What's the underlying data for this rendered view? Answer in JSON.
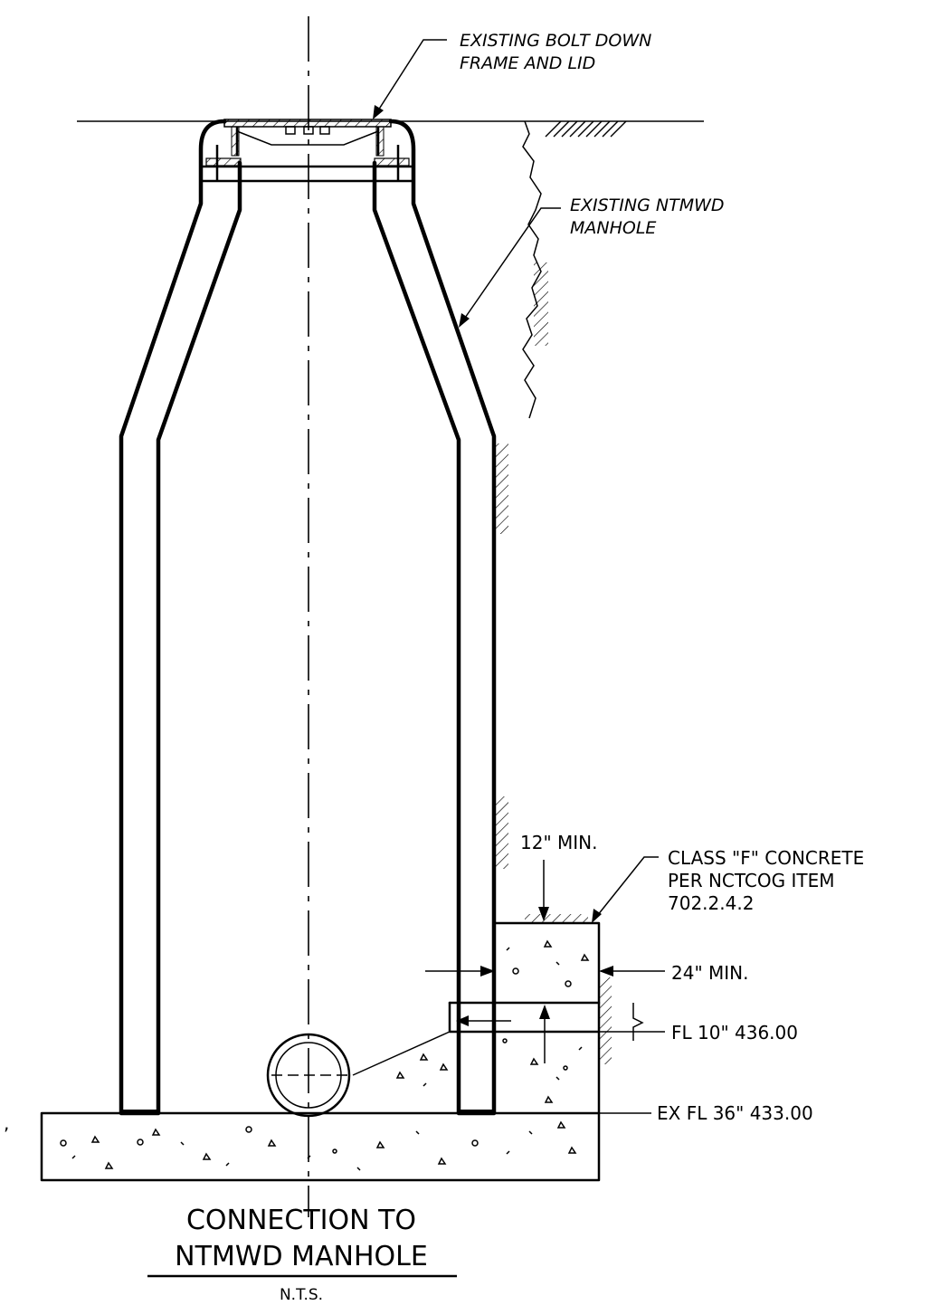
{
  "callouts": {
    "frame_lid": [
      "EXISTING BOLT DOWN",
      "FRAME AND LID"
    ],
    "manhole": [
      "EXISTING NTMWD",
      "MANHOLE"
    ],
    "concrete": [
      "CLASS \"F\" CONCRETE",
      "PER NCTCOG ITEM",
      "702.2.4.2"
    ]
  },
  "dimensions": {
    "top_cover": "12\" MIN.",
    "side_cover": "24\" MIN."
  },
  "flowlines": {
    "connection": "FL 10\" 436.00",
    "existing": "EX FL 36\" 433.00"
  },
  "title": {
    "line1": "CONNECTION TO",
    "line2": "NTMWD MANHOLE",
    "scale": "N.T.S."
  },
  "stray_mark": ","
}
